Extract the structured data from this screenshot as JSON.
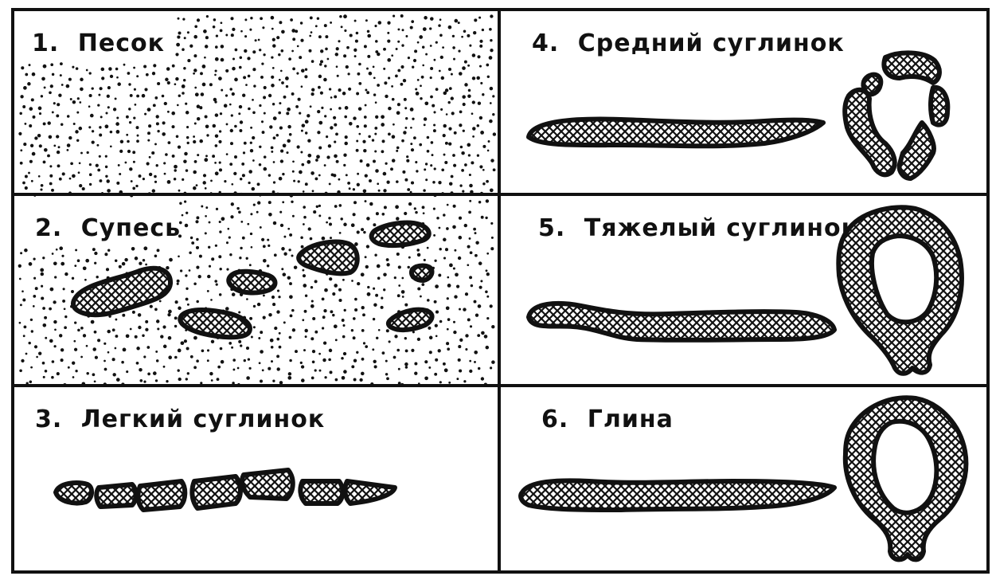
{
  "panels": [
    {
      "num": "1.",
      "title": "Песок"
    },
    {
      "num": "2.",
      "title": "Супесь"
    },
    {
      "num": "3.",
      "title": "Легкий суглинок"
    },
    {
      "num": "4.",
      "title": "Средний суглинок"
    },
    {
      "num": "5.",
      "title": "Тяжелый суглинок"
    },
    {
      "num": "6.",
      "title": "Глина"
    }
  ],
  "colors": {
    "ink": "#111111",
    "paper": "#ffffff"
  }
}
